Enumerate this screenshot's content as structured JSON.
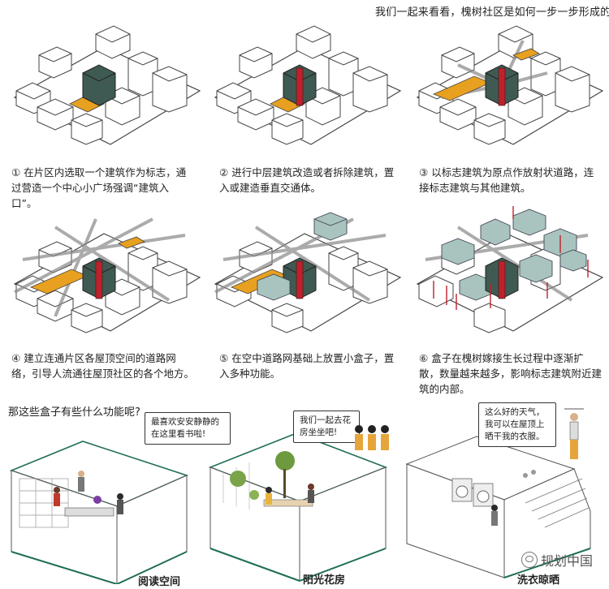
{
  "intro_question": "我们一起来看看，槐树社区是如何一步一步形成的?",
  "steps": [
    {
      "num": "①",
      "text": "在片区内选取一个建筑作为标志，通过营造一个中心小广场强调“建筑入口”。"
    },
    {
      "num": "②",
      "text": "进行中层建筑改造或者拆除建筑，置入或建造垂直交通体。"
    },
    {
      "num": "③",
      "text": "以标志建筑为原点作放射状道路，连接标志建筑与其他建筑。"
    },
    {
      "num": "④",
      "text": "建立连通片区各屋顶空间的道路网络，引导人流通往屋顶社区的各个地方。"
    },
    {
      "num": "⑤",
      "text": "在空中道路网基础上放置小盒子，置入多种功能。"
    },
    {
      "num": "⑥",
      "text": "盒子在槐树嫁接生长过程中逐渐扩散，数量越来越多，影响标志建筑附近建筑的内部。"
    }
  ],
  "function_question": "那这些盒子有些什么功能呢?",
  "rooms": [
    {
      "bubble": "最喜欢安安静静的在这里看书啦!",
      "label": "阅读空间"
    },
    {
      "bubble": "我们一起去花房坐坐吧!",
      "label": "阳光花房"
    },
    {
      "bubble": "这么好的天气，我可以在屋顶上晒干我的衣服。",
      "label": "洗衣晾晒"
    }
  ],
  "watermark": "规划中国",
  "colors": {
    "landmark": "#3f5a52",
    "plaza": "#e8a020",
    "box": "#a9c4bf",
    "stair": "#c0202a",
    "room_edge": "#1f6e55"
  }
}
